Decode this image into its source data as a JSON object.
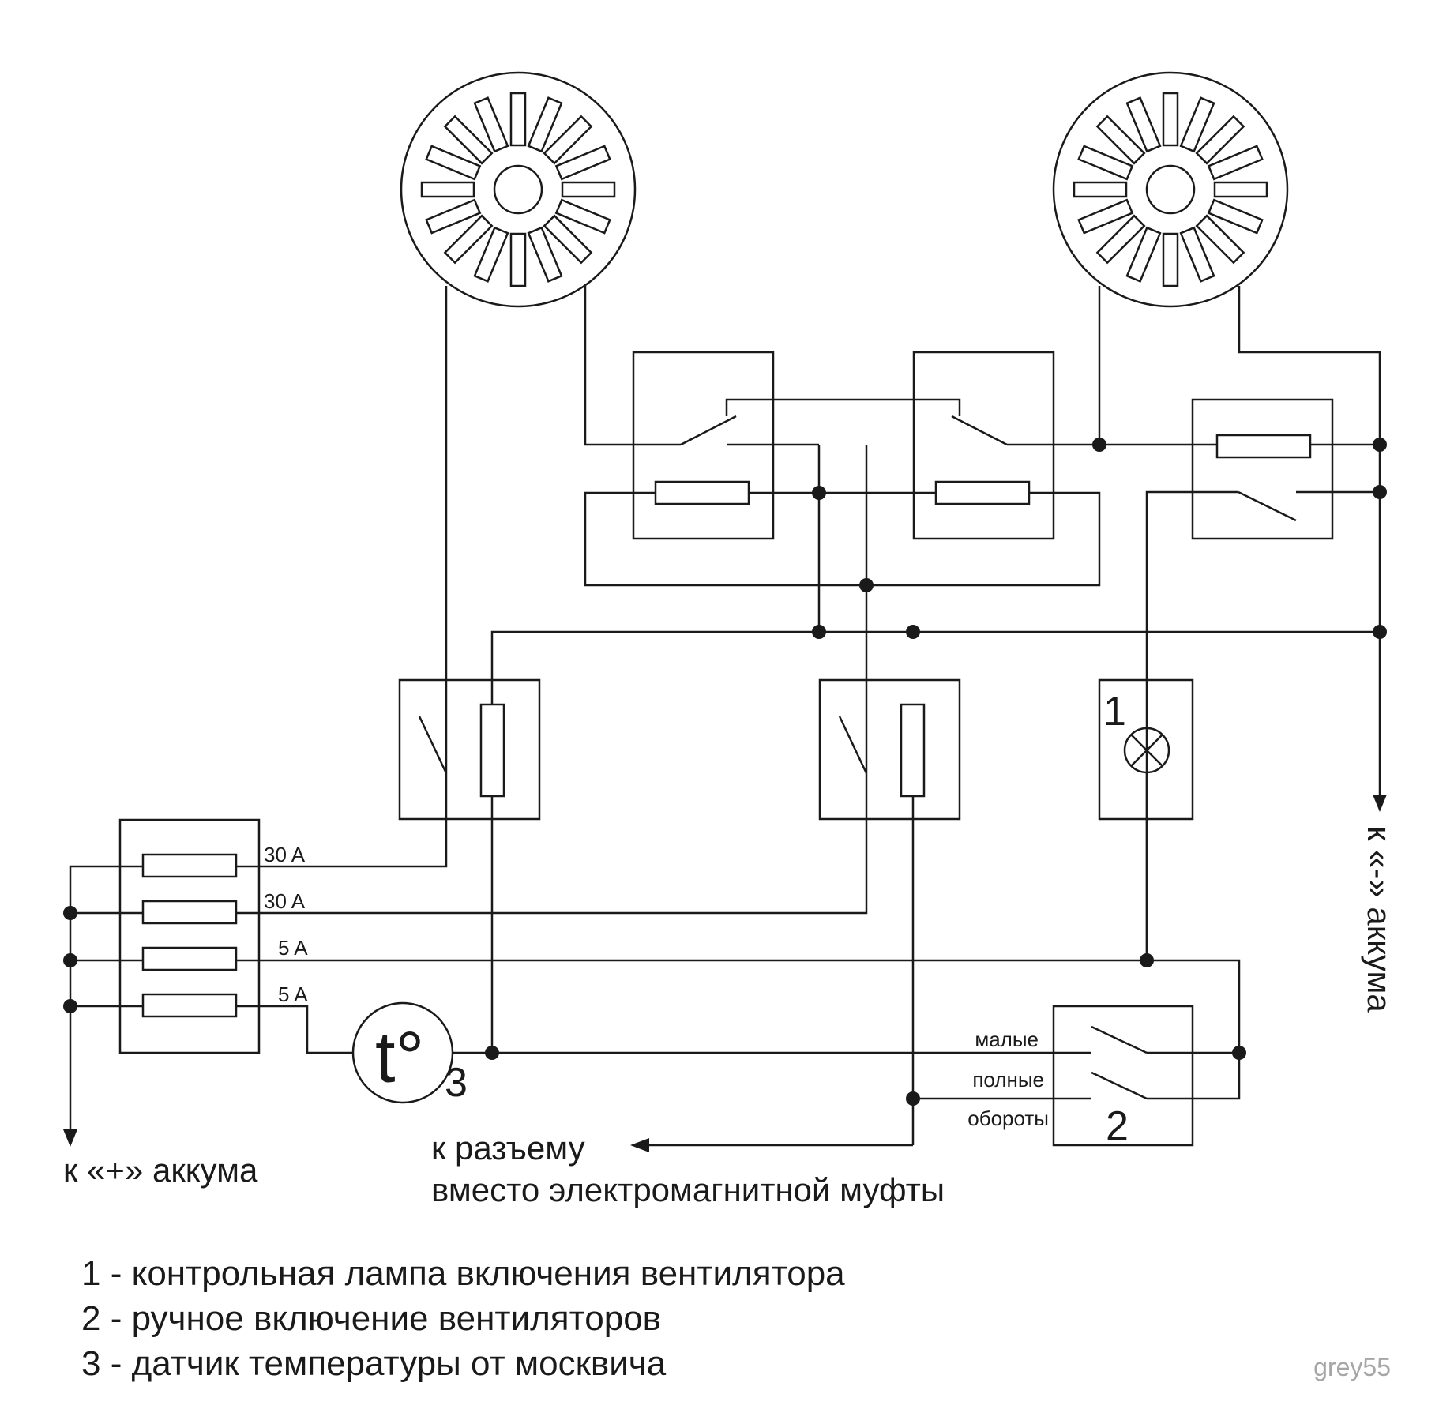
{
  "diagram": {
    "fuses": [
      {
        "rating": "30 A"
      },
      {
        "rating": "30 A"
      },
      {
        "rating": "5 A"
      },
      {
        "rating": "5 A"
      }
    ],
    "markers": {
      "lamp": "1",
      "manual_switch": "2",
      "sensor_index": "3",
      "sensor_symbol": "t°"
    },
    "switch_labels": {
      "low": "малые",
      "full_line1": "полные",
      "full_line2": "обороты"
    },
    "terminals": {
      "plus": "к «+» аккума",
      "minus": "к «-» аккума",
      "connector_line1": "к разъему",
      "connector_line2": "вместо электромагнитной муфты"
    },
    "legend": [
      "1 - контрольная лампа включения вентилятора",
      "2 - ручное включение вентиляторов",
      "3 - датчик температуры от москвича"
    ],
    "author": "grey55"
  }
}
